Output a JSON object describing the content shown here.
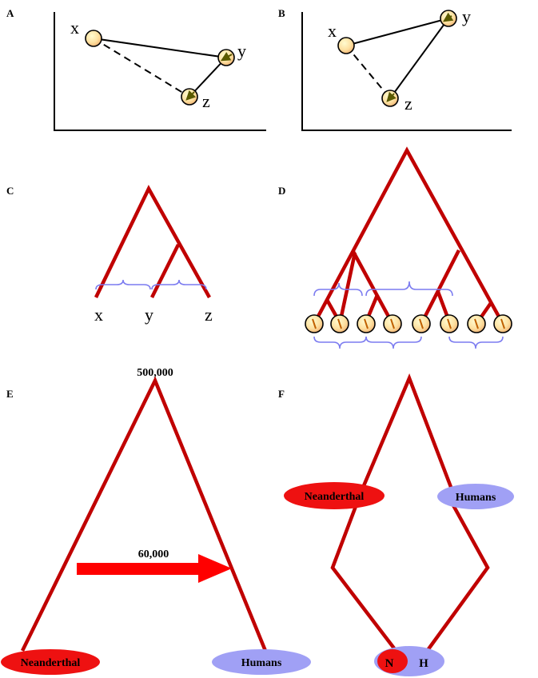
{
  "panels": {
    "A": {
      "label": "A",
      "points": {
        "x": "x",
        "y": "y",
        "z": "z"
      }
    },
    "B": {
      "label": "B",
      "points": {
        "x": "x",
        "y": "y",
        "z": "z"
      }
    },
    "C": {
      "label": "C",
      "leaves": [
        "x",
        "y",
        "z"
      ]
    },
    "D": {
      "label": "D"
    },
    "E": {
      "label": "E",
      "root_time": "500,000",
      "migration_time": "60,000",
      "left_leaf": "Neanderthal",
      "right_leaf": "Humans"
    },
    "F": {
      "label": "F",
      "left_group": "Neanderthal",
      "right_group": "Humans",
      "merged_left": "N",
      "merged_right": "H"
    }
  },
  "colors": {
    "tree": "#c00000",
    "brace": "#7b7bf0",
    "neanderthal_oval": "#ee1111",
    "humans_oval": "#a0a0f5",
    "node_fill_light": "#fff8c0",
    "node_fill_dark": "#f5c878",
    "arrow": "#ff0000"
  }
}
